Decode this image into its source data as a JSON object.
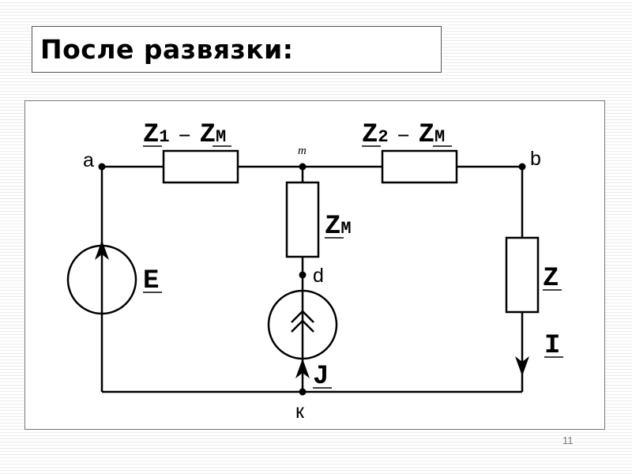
{
  "title": "После развязки:",
  "page_number": "11",
  "diagram": {
    "nodes": {
      "a": "a",
      "b": "b",
      "m": "m",
      "d": "d",
      "k": "к"
    },
    "impedances": {
      "top_left": {
        "main": "Z",
        "sub": "1",
        "op": "–",
        "main2": "Z",
        "sub2": "M"
      },
      "top_right": {
        "main": "Z",
        "sub": "2",
        "op": "–",
        "main2": "Z",
        "sub2": "M"
      },
      "middle": {
        "main": "Z",
        "sub": "M"
      },
      "right": {
        "main": "Z"
      }
    },
    "sources": {
      "voltage": "E",
      "current": "J"
    },
    "current_label": "I"
  }
}
